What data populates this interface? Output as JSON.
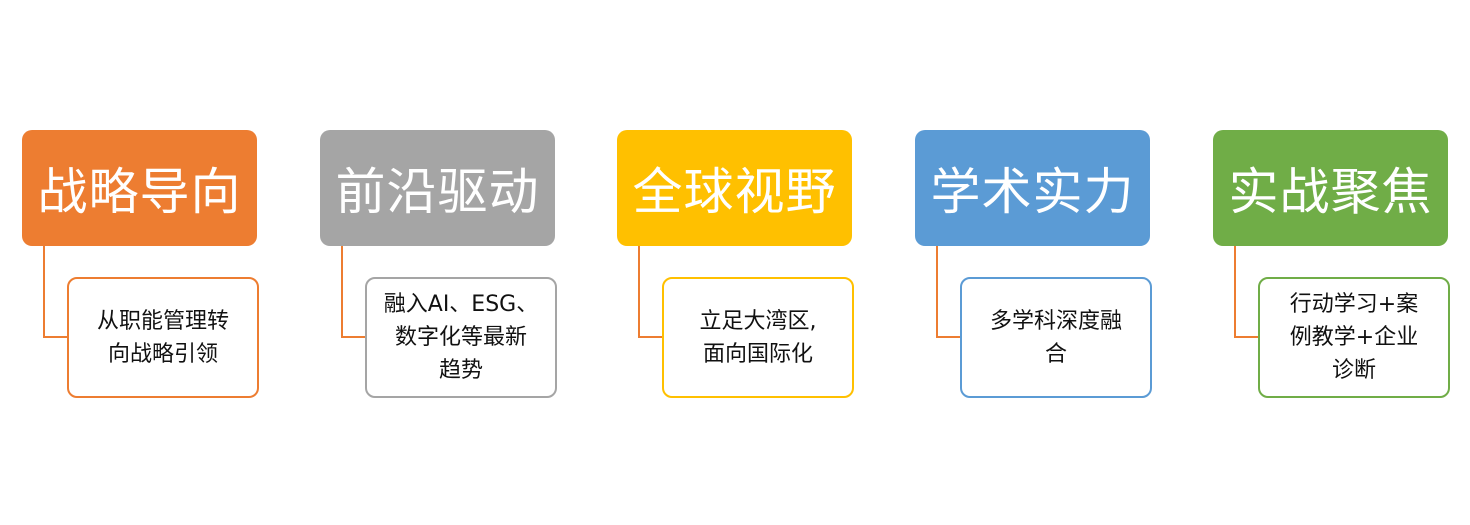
{
  "columns": [
    {
      "title": "战略导向",
      "color": "#ED7D31",
      "lines": [
        "从职能管理转",
        "向战略引领"
      ]
    },
    {
      "title": "前沿驱动",
      "color": "#A5A5A5",
      "lines": [
        "融入AI、ESG、",
        "数字化等最新",
        "趋势"
      ]
    },
    {
      "title": "全球视野",
      "color": "#FFC000",
      "lines": [
        "立足大湾区,",
        "面向国际化"
      ]
    },
    {
      "title": "学术实力",
      "color": "#5B9BD5",
      "lines": [
        "多学科深度融",
        "合"
      ]
    },
    {
      "title": "实战聚焦",
      "color": "#70AD47",
      "lines": [
        "行动学习+案",
        "例教学+企业",
        "诊断"
      ]
    }
  ],
  "connector_color": "#ED7D31"
}
